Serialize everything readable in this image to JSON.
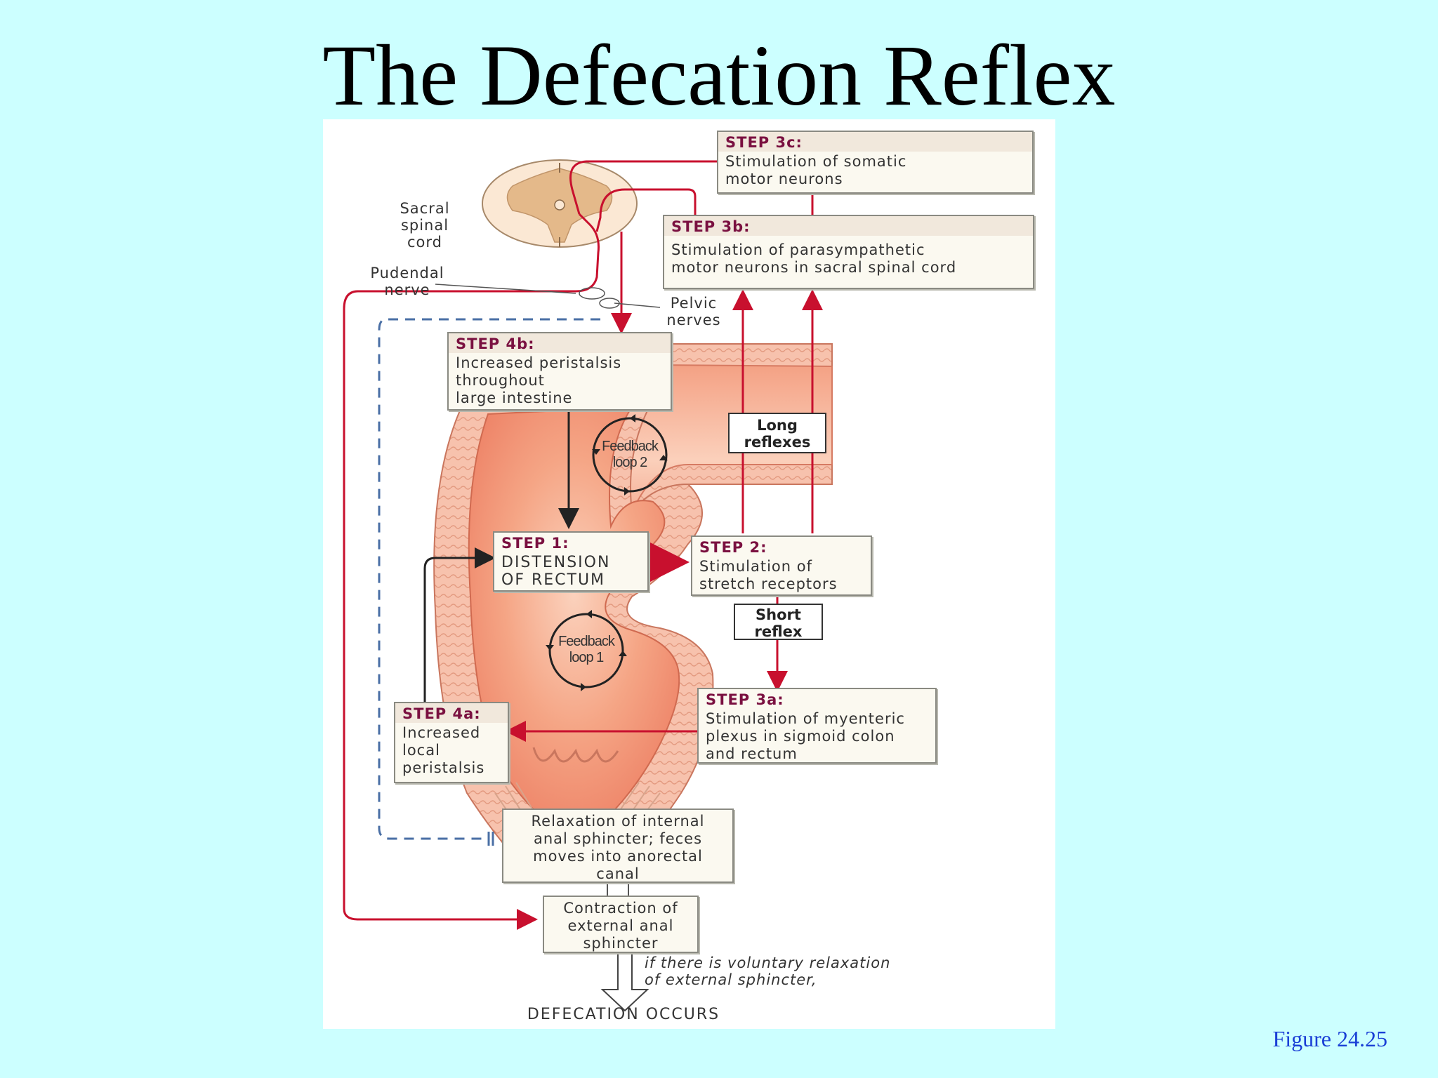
{
  "title": "The Defecation Reflex",
  "figure_ref": "Figure 24.25",
  "anatomy_labels": {
    "sacral_spinal_cord": [
      "Sacral",
      "spinal",
      "cord"
    ],
    "pudendal_nerve": [
      "Pudendal",
      "nerve"
    ],
    "pelvic_nerves": [
      "Pelvic",
      "nerves"
    ]
  },
  "steps": {
    "step3c": {
      "head": "STEP 3c:",
      "lines": [
        "Stimulation of somatic",
        "motor neurons"
      ]
    },
    "step3b": {
      "head": "STEP 3b:",
      "lines": [
        "Stimulation of parasympathetic",
        "motor neurons in sacral spinal cord"
      ]
    },
    "step4b": {
      "head": "STEP 4b:",
      "lines": [
        "Increased peristalsis",
        "throughout",
        "large intestine"
      ]
    },
    "step1": {
      "head": "STEP 1:",
      "lines": [
        "DISTENSION",
        "OF RECTUM"
      ]
    },
    "step2": {
      "head": "STEP 2:",
      "lines": [
        "Stimulation of",
        "stretch receptors"
      ]
    },
    "step3a": {
      "head": "STEP 3a:",
      "lines": [
        "Stimulation of myenteric",
        "plexus in sigmoid colon",
        "and rectum"
      ]
    },
    "step4a": {
      "head": "STEP 4a:",
      "lines": [
        "Increased",
        "local",
        "peristalsis"
      ]
    }
  },
  "tags": {
    "long_reflexes": [
      "Long",
      "reflexes"
    ],
    "short_reflex": [
      "Short",
      "reflex"
    ]
  },
  "loops": {
    "loop2": [
      "Feedback",
      "loop 2"
    ],
    "loop1": [
      "Feedback",
      "loop 1"
    ]
  },
  "outcomes": {
    "relaxation": [
      "Relaxation of internal",
      "anal sphincter; feces",
      "moves into anorectal",
      "canal"
    ],
    "contraction": [
      "Contraction of",
      "external anal",
      "sphincter"
    ],
    "condition": [
      "if there is voluntary relaxation",
      "of external sphincter,"
    ],
    "result": "DEFECATION OCCURS"
  },
  "colors": {
    "background": "#ccffff",
    "figure_ref": "#1a3fd6",
    "step_head": "#7a1040",
    "nerve_red": "#c8102e",
    "nerve_blue": "#4a6fa5",
    "tissue": "#f2a48c",
    "lumen": "#f6a07e"
  }
}
